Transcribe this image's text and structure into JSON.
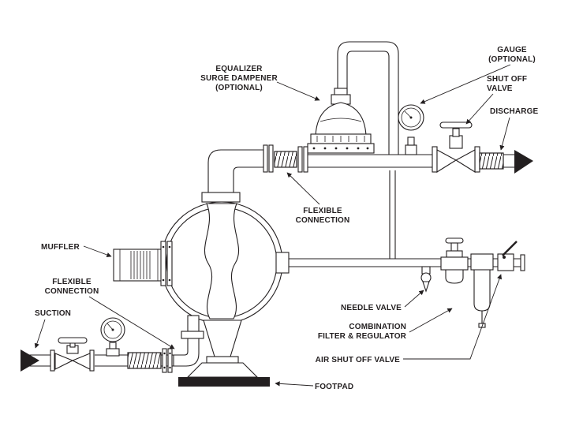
{
  "diagram": {
    "colors": {
      "ink": "#231f20",
      "paper": "#ffffff"
    },
    "labels": {
      "gauge": [
        "GAUGE",
        "(OPTIONAL)"
      ],
      "shutoff": [
        "SHUT OFF",
        "VALVE"
      ],
      "discharge": [
        "DISCHARGE"
      ],
      "equalizer": [
        "EQUALIZER",
        "SURGE DAMPENER",
        "(OPTIONAL)"
      ],
      "flex_top": [
        "FLEXIBLE",
        "CONNECTION"
      ],
      "muffler": [
        "MUFFLER"
      ],
      "flex_left": [
        "FLEXIBLE",
        "CONNECTION"
      ],
      "suction": [
        "SUCTION"
      ],
      "needle": [
        "NEEDLE VALVE"
      ],
      "combo": [
        "COMBINATION",
        "FILTER & REGULATOR"
      ],
      "air_shutoff": [
        "AIR SHUT OFF VALVE"
      ],
      "footpad": [
        "FOOTPAD"
      ]
    }
  }
}
